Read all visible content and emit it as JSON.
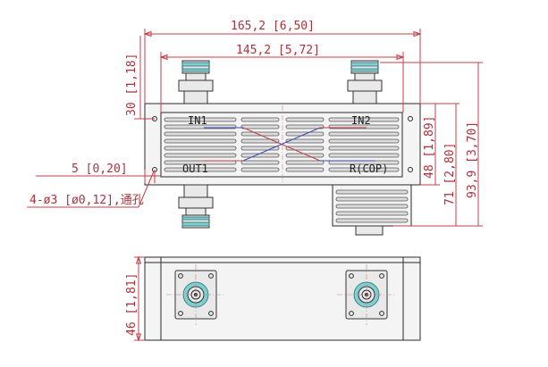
{
  "dimensions": {
    "overall_length": "165,2 [6,50]",
    "connector_spacing": "145,2 [5,72]",
    "top_offset": "30 [1,18]",
    "edge_offset": "5 [0,20]",
    "hole_note": "4-ø3 [ø0,12],通孔",
    "height_48": "48 [1,89]",
    "height_71": "71 [2,80]",
    "height_939": "93,9 [3,70]",
    "bottom_height": "46 [1,81]"
  },
  "ports": {
    "in1": "IN1",
    "in2": "IN2",
    "out1": "OUT1",
    "rcop": "R(COP)"
  },
  "colors": {
    "dimension": "#c0404a",
    "outline": "#2a2a2a",
    "connector_band": "#7fcfd0",
    "cross_red": "#c0404a",
    "cross_blue": "#3a4db8"
  }
}
